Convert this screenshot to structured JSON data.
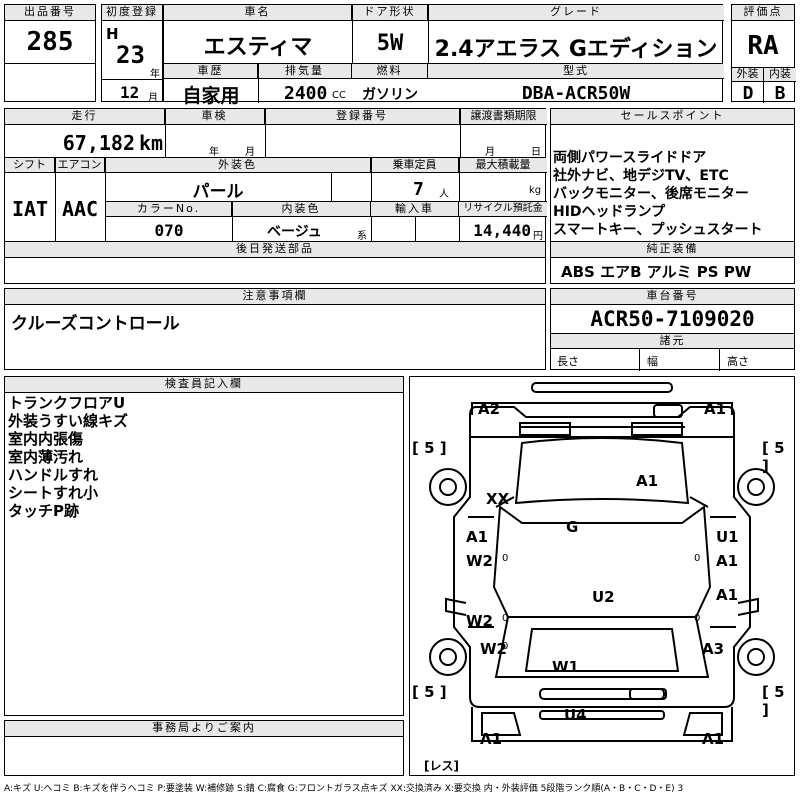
{
  "header": {
    "lot_label": "出品番号",
    "lot_value": "285",
    "first_reg_label": "初度登録",
    "era": "H",
    "reg_year": "23",
    "year_unit": "年",
    "reg_month": "12",
    "month_unit": "月",
    "car_name_label": "車名",
    "car_name": "エスティマ",
    "door_label": "ドア形状",
    "door_value": "5W",
    "grade_label": "グレード",
    "grade_value": "2.4アエラス Gエディション",
    "score_label": "評価点",
    "score_value": "RA",
    "exterior_label": "外装",
    "exterior_value": "D",
    "interior_label": "内装",
    "interior_value": "B",
    "history_label": "車歴",
    "history_value": "自家用",
    "displacement_label": "排気量",
    "displacement_value": "2400",
    "displacement_unit": "CC",
    "fuel_label": "燃料",
    "fuel_value": "ガソリン",
    "model_label": "型式",
    "model_value": "DBA-ACR50W"
  },
  "row2": {
    "mileage_label": "走行",
    "mileage_value": "67,182",
    "mileage_unit": "km",
    "inspection_label": "車検",
    "insp_year_unit": "年",
    "insp_month_unit": "月",
    "regno_label": "登録番号",
    "transfer_label": "譲渡書類期限",
    "transfer_month_unit": "月",
    "transfer_day_unit": "日",
    "shift_label": "シフト",
    "shift_value": "IAT",
    "ac_label": "エアコン",
    "ac_value": "AAC",
    "color_label": "外装色",
    "color_value": "パール",
    "capacity_label": "乗車定員",
    "capacity_value": "7",
    "capacity_unit": "人",
    "load_label": "最大積載量",
    "load_unit": "kg",
    "colorno_label": "カラーNo.",
    "colorno_value": "070",
    "int_color_label": "内装色",
    "int_color_value": "ベージュ",
    "int_color_unit": "系",
    "import_label": "輸入車",
    "recycle_label": "リサイクル預託金",
    "recycle_value": "14,440",
    "recycle_unit": "円",
    "later_label": "後日発送部品"
  },
  "sales": {
    "label": "セールスポイント",
    "lines": [
      "両側パワースライドドア",
      "社外ナビ、地デジTV、ETC",
      "バックモニター、後席モニター",
      "HIDヘッドランプ",
      "スマートキー、プッシュスタート"
    ],
    "equip_label": "純正装備",
    "equip_value": "ABS エアB アルミ PS PW"
  },
  "caution": {
    "label": "注意事項欄",
    "text": "クルーズコントロール"
  },
  "chassis": {
    "label": "車台番号",
    "value": "ACR50-7109020",
    "dims_label": "諸元",
    "length_label": "長さ",
    "width_label": "幅",
    "height_label": "高さ"
  },
  "inspector": {
    "label": "検査員記入欄",
    "lines": [
      "トランクフロアU",
      "外装うすい線キズ",
      "室内内張傷",
      "室内薄汚れ",
      "ハンドルすれ",
      "シートすれ小",
      "タッチP跡"
    ]
  },
  "diagram": {
    "tire_marks": [
      "[ 5 ]",
      "[ 5 ]",
      "[ 5 ]",
      "[ 5 ]"
    ],
    "damage": [
      "A2",
      "A1",
      "XX",
      "A1",
      "G",
      "A1",
      "W2",
      "U1",
      "A1",
      "U2",
      "W2",
      "A1",
      "W2",
      "A3",
      "W1",
      "U4",
      "A1",
      "A1"
    ],
    "zero_marks": [
      "0",
      "0",
      "0",
      "0",
      "0"
    ],
    "bottom_note": "[レス]"
  },
  "office": {
    "label": "事務局よりご案内"
  },
  "legend": "A:キズ U:ヘコミ B:キズを伴うヘコミ P:要塗装 W:補修跡 S:錆 C:腐食 G:フロントガラス点キズ XX:交換済み X:要交換 内・外装評価 5段階ランク順(A・B・C・D・E) 3"
}
